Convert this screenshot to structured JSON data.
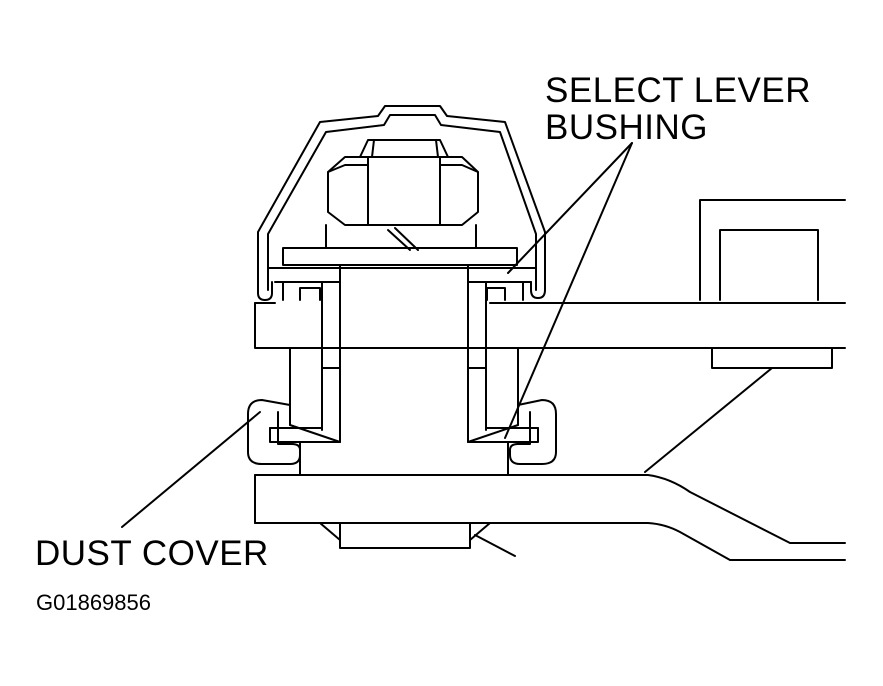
{
  "labels": {
    "select_lever_bushing_line1": "SELECT LEVER",
    "select_lever_bushing_line2": "BUSHING",
    "dust_cover": "DUST COVER",
    "figure_code": "G01869856"
  },
  "colors": {
    "ink": "#000000",
    "background": "#ffffff"
  }
}
